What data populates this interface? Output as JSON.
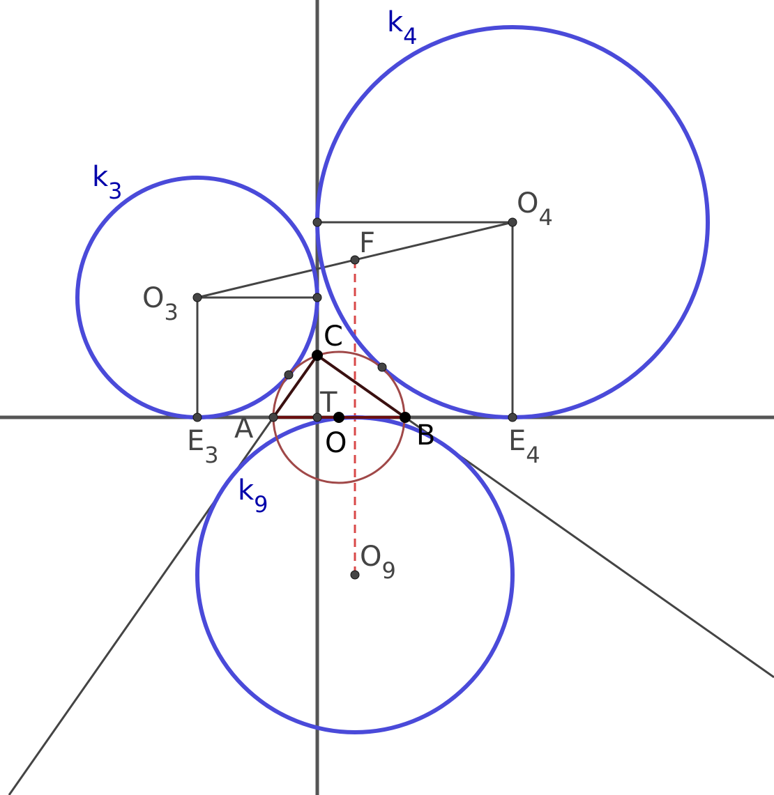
{
  "colors": {
    "axis": "#555555",
    "segment": "#444444",
    "big_circle": "#4a4ad9",
    "small_circle": "#a04848",
    "triangle": "#3a1010",
    "dashed": "#d84848",
    "label_blue": "#0000aa",
    "label_dark": "#444444",
    "label_black": "#000000",
    "point_fill": "#444444"
  },
  "labels": {
    "k4": {
      "main": "k",
      "sub": "4"
    },
    "k3": {
      "main": "k",
      "sub": "3"
    },
    "k9": {
      "main": "k",
      "sub": "9"
    },
    "O4": {
      "main": "O",
      "sub": "4"
    },
    "O3": {
      "main": "O",
      "sub": "3"
    },
    "O9": {
      "main": "O",
      "sub": "9"
    },
    "E3": {
      "main": "E",
      "sub": "3"
    },
    "E4": {
      "main": "E",
      "sub": "4"
    },
    "F": "F",
    "C": "C",
    "T": "T",
    "A": "A",
    "O": "O",
    "B": "B"
  }
}
